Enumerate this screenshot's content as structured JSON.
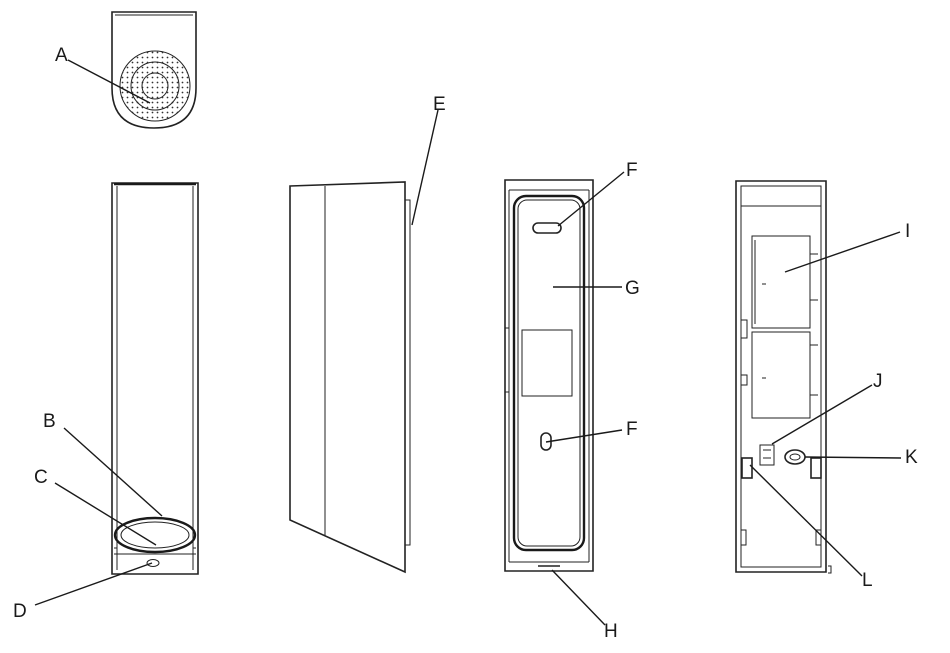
{
  "callouts": {
    "A": "A",
    "B": "B",
    "C": "C",
    "D": "D",
    "E": "E",
    "F_top": "F",
    "F_bottom": "F",
    "G": "G",
    "H": "H",
    "I": "I",
    "J": "J",
    "K": "K",
    "L": "L"
  },
  "colors": {
    "line": "#1a1a1a",
    "background": "#ffffff"
  }
}
